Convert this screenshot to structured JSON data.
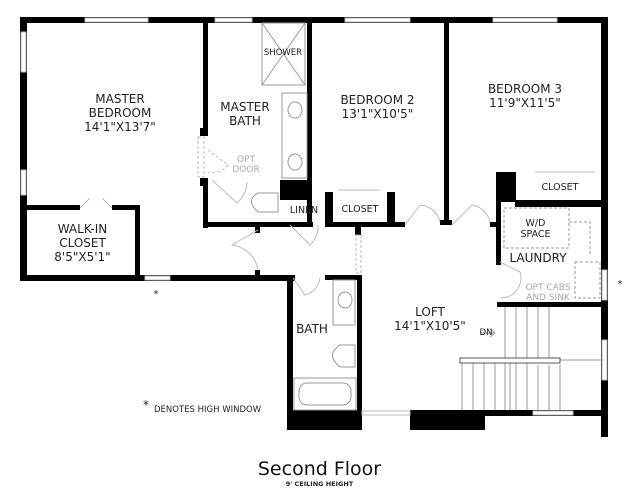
{
  "rooms": {
    "master_bedroom": {
      "name_1": "MASTER",
      "name_2": "BEDROOM",
      "size": "14'1\"X13'7\""
    },
    "master_bath": {
      "name_1": "MASTER",
      "name_2": "BATH"
    },
    "shower": "SHOWER",
    "opt_door": {
      "line_1": "OPT",
      "line_2": "DOOR"
    },
    "walk_in_closet": {
      "name_1": "WALK-IN",
      "name_2": "CLOSET",
      "size": "8'5\"X5'1\""
    },
    "linen": "LINEN",
    "closet_bed2": "CLOSET",
    "bedroom_2": {
      "name": "BEDROOM 2",
      "size": "13'1\"X10'5\""
    },
    "bedroom_3": {
      "name": "BEDROOM 3",
      "size": "11'9\"X11'5\""
    },
    "closet_bed3": "CLOSET",
    "wd_space": {
      "line_1": "W/D",
      "line_2": "SPACE"
    },
    "laundry": "LAUNDRY",
    "opt_cabs": {
      "line_1": "OPT CABS",
      "line_2": "AND SINK"
    },
    "bath": "BATH",
    "loft": {
      "name": "LOFT",
      "size": "14'1\"X10'5\""
    },
    "stairs_dn": "DN"
  },
  "legend": {
    "asterisk": "*",
    "text": "DENOTES HIGH WINDOW"
  },
  "high_window_marks": [
    "*",
    "*"
  ],
  "footer": {
    "title": "Second Floor",
    "subtitle": "9' CEILING HEIGHT"
  }
}
